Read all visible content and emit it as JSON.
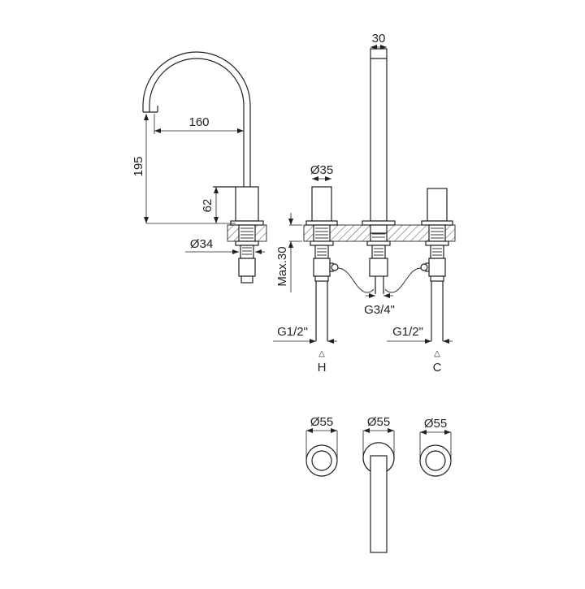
{
  "drawing": {
    "title": "Three-hole deck-mounted mixer tap technical drawing",
    "colors": {
      "line": "#231f20",
      "background": "#ffffff"
    },
    "spout_view": {
      "dim_reach": "160",
      "dim_height": "195",
      "dim_base_height": "62",
      "dim_base_diameter": "Ø34"
    },
    "front_view": {
      "dim_handshower_width": "30",
      "dim_handle_diameter": "Ø35",
      "dim_max_deck": "Max.30",
      "dim_center_connection": "G3/4\"",
      "dim_hot_connection": "G1/2\"",
      "dim_cold_connection": "G1/2\"",
      "hot_label": "H",
      "cold_label": "C",
      "arrow_symbol": "△"
    },
    "top_view": {
      "dim_left": "Ø55",
      "dim_center": "Ø55",
      "dim_right": "Ø55"
    }
  }
}
